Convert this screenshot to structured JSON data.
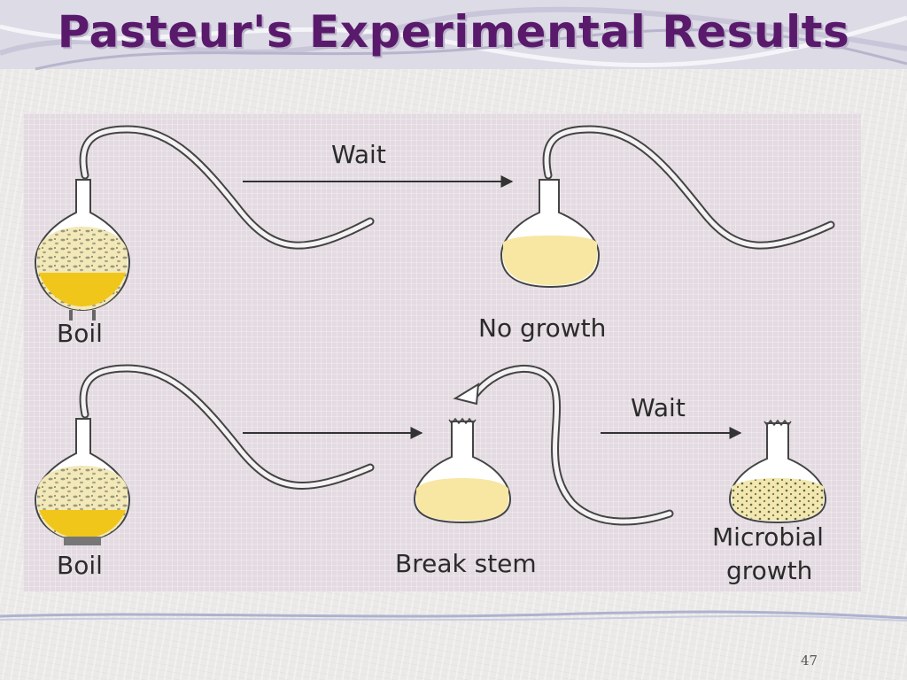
{
  "slide": {
    "title": "Pasteur's Experimental Results",
    "page_number": "47"
  },
  "diagram": {
    "top_row": {
      "start_label": "Boil",
      "arrow_label": "Wait",
      "end_label": "No growth"
    },
    "bottom_row": {
      "start_label": "Boil",
      "middle_label": "Break stem",
      "arrow_label": "Wait",
      "end_label_line1": "Microbial",
      "end_label_line2": "growth"
    }
  },
  "colors": {
    "title": "#5a1a6c",
    "figure_background": "#e3dbe1",
    "broth": "#f5e08e",
    "header_band": "#dcdbe6"
  }
}
